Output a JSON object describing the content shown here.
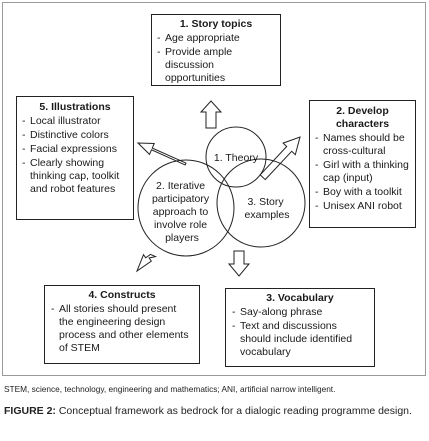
{
  "boxes": {
    "story_topics": {
      "title": "1. Story topics",
      "items": [
        "Age appropriate",
        "Provide ample discussion opportunities"
      ]
    },
    "illustrations": {
      "title": "5. Illustrations",
      "items": [
        "Local illustrator",
        "Distinctive colors",
        "Facial expressions",
        "Clearly showing thinking cap, toolkit and robot features"
      ]
    },
    "develop_characters": {
      "title": "2. Develop characters",
      "items": [
        "Names should be cross-cultural",
        "Girl with a thinking cap (input)",
        "Boy with a toolkit",
        "Unisex ANI robot"
      ]
    },
    "constructs": {
      "title": "4. Constructs",
      "items": [
        "All stories should present the engineering design process and other elements of STEM"
      ]
    },
    "vocabulary": {
      "title": "3. Vocabulary",
      "items": [
        "Say-along phrase",
        "Text and discussions should include identified vocabulary"
      ]
    }
  },
  "venn": {
    "theory": "1. Theory",
    "iterative": [
      "2. Iterative",
      "participatory",
      "approach to",
      "involve role",
      "players"
    ],
    "examples": [
      "3. Story",
      "examples"
    ]
  },
  "footnote": "STEM, science, technology, engineering and mathematics; ANI, artificial narrow intelligent.",
  "caption": {
    "label": "FIGURE 2:",
    "text": "Conceptual framework as bedrock for a dialogic reading programme design."
  }
}
